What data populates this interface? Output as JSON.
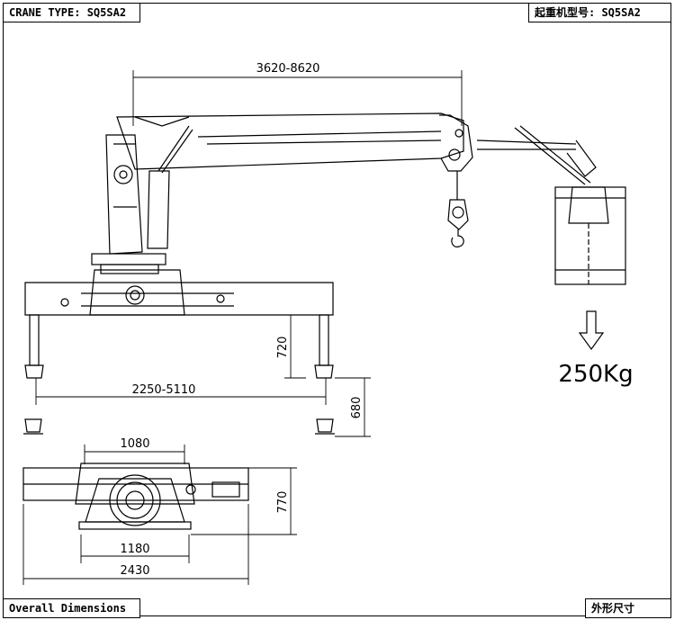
{
  "header": {
    "left_title": "CRANE TYPE: SQ5SA2",
    "right_title": "起重机型号: SQ5SA2"
  },
  "footer": {
    "left_label": "Overall Dimensions",
    "right_label": "外形尺寸"
  },
  "dimensions": {
    "boom_reach": "3620-8620",
    "outrigger_span": "2250-5110",
    "height_720": "720",
    "height_680": "680",
    "top_view_width": "1080",
    "base_width": "1180",
    "overall_width": "2430",
    "top_view_height": "770"
  },
  "load_capacity": "250Kg"
}
